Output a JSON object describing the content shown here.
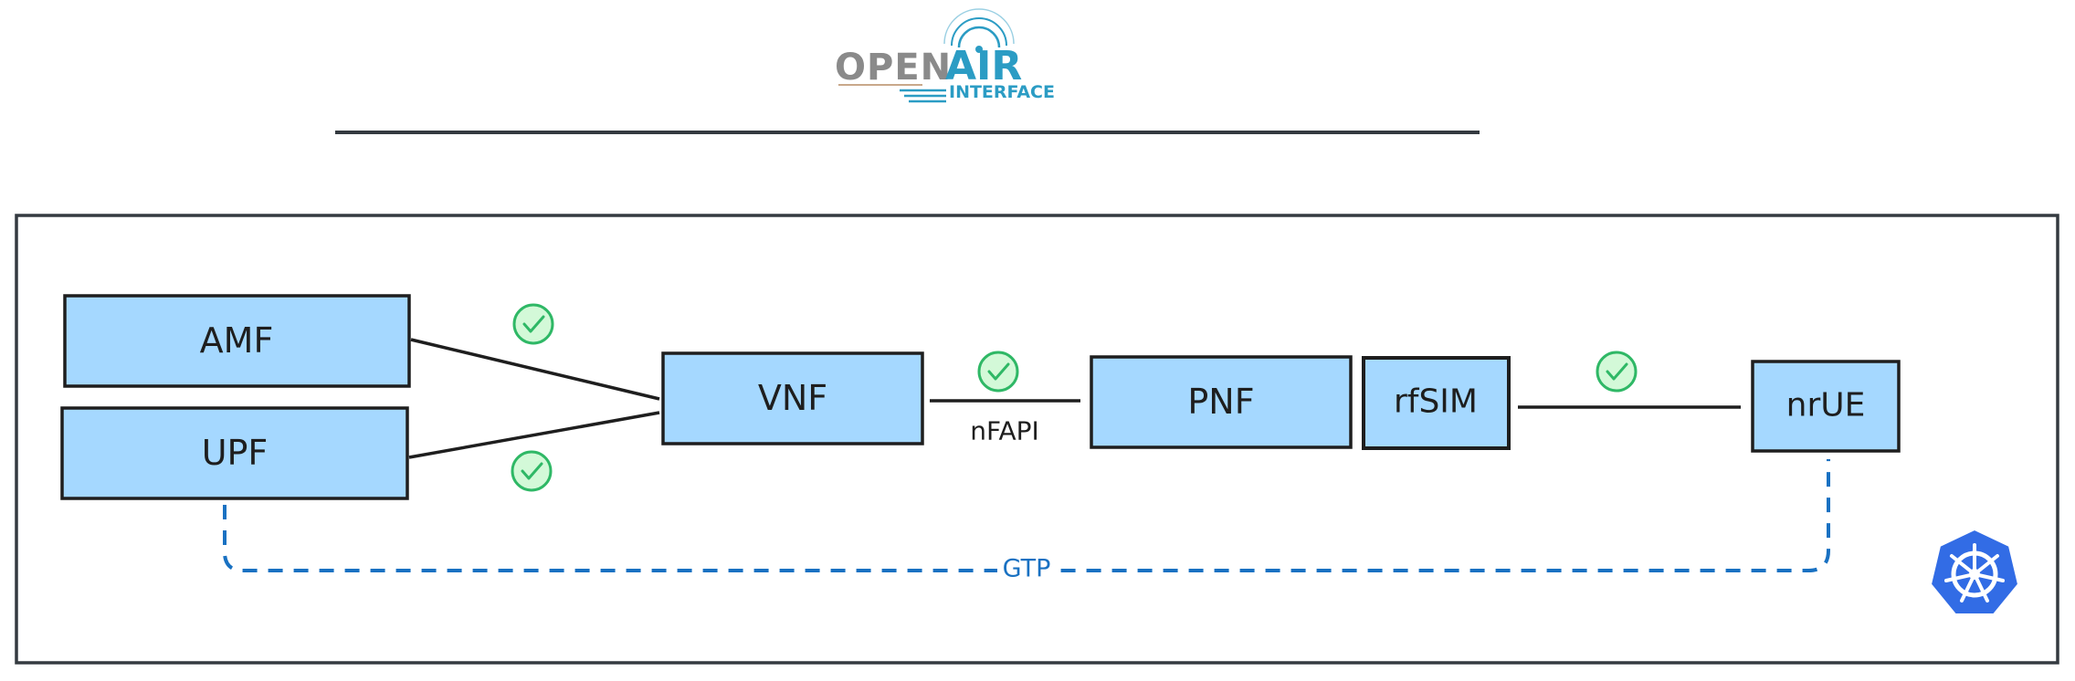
{
  "logo": {
    "word_open": "OPEN",
    "word_air": "AIR",
    "word_interface": "INTERFACE"
  },
  "nodes": {
    "amf": "AMF",
    "upf": "UPF",
    "vnf": "VNF",
    "pnf": "PNF",
    "rfsim": "rfSIM",
    "nrue": "nrUE"
  },
  "edges": {
    "nfapi": "nFAPI",
    "gtp": "GTP"
  },
  "colors": {
    "node_fill": "#a5d8ff",
    "stroke": "#1e1e1e",
    "check_green": "#2fb866",
    "check_fill": "#d3f9d8",
    "gtp_blue": "#1971c2",
    "kubernetes_blue": "#326ce5"
  },
  "icons": [
    "check-icon",
    "kubernetes-icon",
    "openairinterface-logo"
  ]
}
